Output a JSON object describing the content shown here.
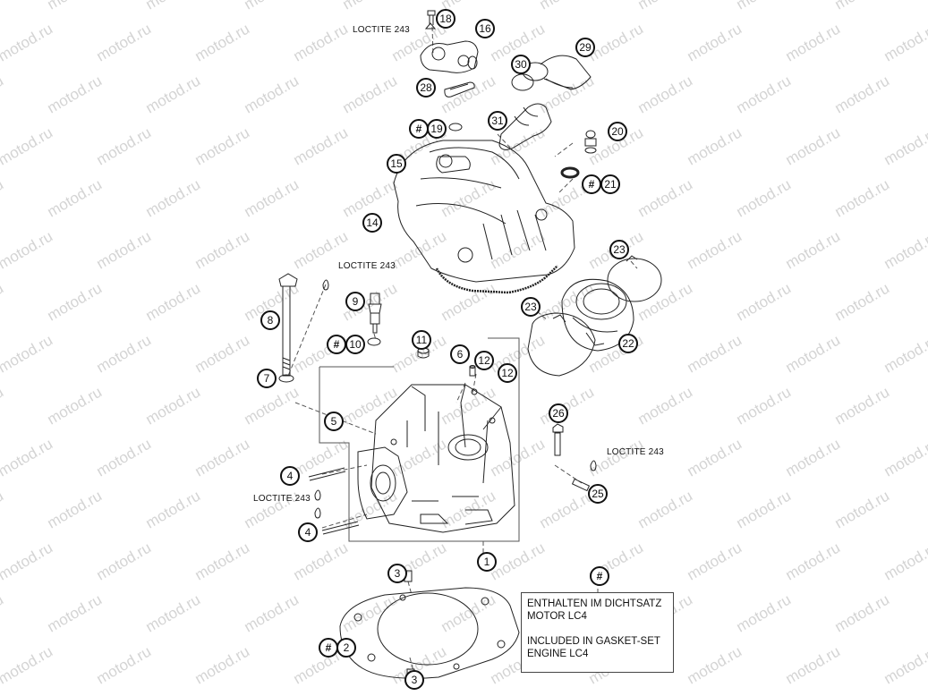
{
  "watermark": "motod.ru",
  "colors": {
    "line": "#222222",
    "watermark": "#d4d4d4"
  },
  "notes": {
    "loctite": "LOCTITE 243"
  },
  "hash_symbol": "#",
  "legend": {
    "line1": "ENTHALTEN IM DICHTSATZ",
    "line2": "MOTOR LC4",
    "line3": "INCLUDED IN GASKET-SET",
    "line4": "ENGINE LC4"
  },
  "callouts": {
    "c1": "1",
    "c2": "2",
    "c3a": "3",
    "c3b": "3",
    "c4a": "4",
    "c4b": "4",
    "c5": "5",
    "c6": "6",
    "c7": "7",
    "c8": "8",
    "c9": "9",
    "c10": "10",
    "c11": "11",
    "c12a": "12",
    "c12b": "12",
    "c14": "14",
    "c15": "15",
    "c16": "16",
    "c18": "18",
    "c19": "19",
    "c20": "20",
    "c21": "21",
    "c22": "22",
    "c23a": "23",
    "c23b": "23",
    "c25": "25",
    "c26": "26",
    "c28": "28",
    "c29": "29",
    "c30": "30",
    "c31": "31"
  }
}
